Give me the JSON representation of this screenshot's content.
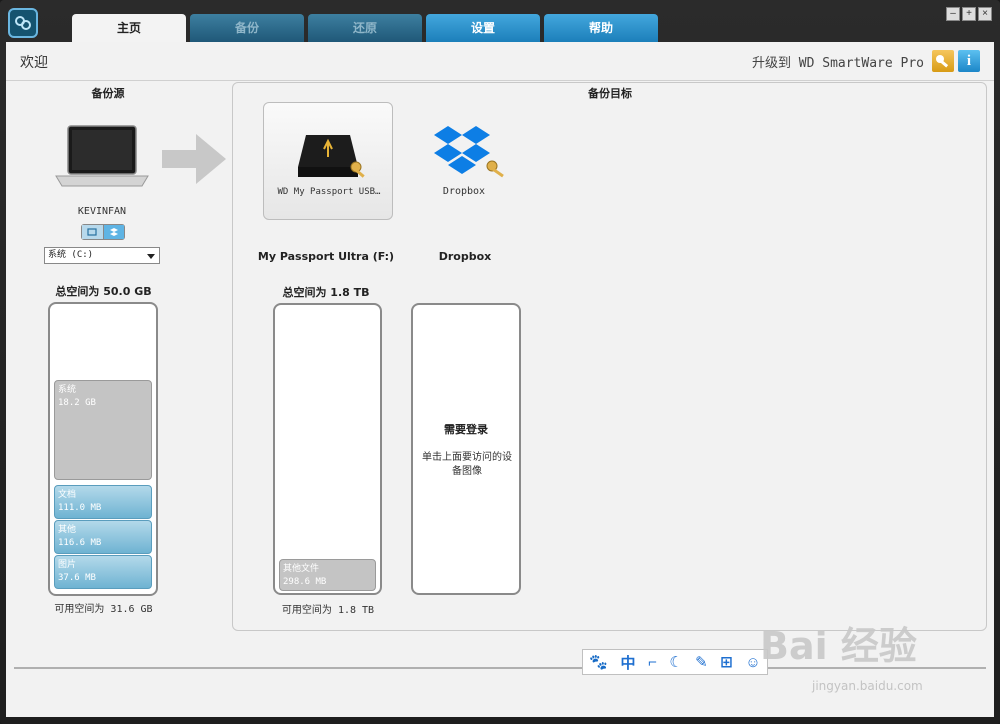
{
  "tabs": [
    {
      "label": "主页",
      "state": "active"
    },
    {
      "label": "备份",
      "state": "disabled"
    },
    {
      "label": "还原",
      "state": "disabled"
    },
    {
      "label": "设置",
      "state": "enabled"
    },
    {
      "label": "帮助",
      "state": "enabled"
    }
  ],
  "header": {
    "welcome": "欢迎",
    "upgrade": "升级到 WD SmartWare Pro"
  },
  "source": {
    "title": "备份源",
    "computer_name": "KEVINFAN",
    "drive_select": "系统 (C:)",
    "total_space": "总空间为 50.0 GB",
    "free_space": "可用空间为 31.6 GB",
    "segments": [
      {
        "name": "系统",
        "size": "18.2 GB"
      },
      {
        "name": "文档",
        "size": "111.0 MB"
      },
      {
        "name": "其他",
        "size": "116.6 MB"
      },
      {
        "name": "图片",
        "size": "37.6 MB"
      }
    ]
  },
  "target": {
    "title": "备份目标",
    "devices": [
      {
        "label": "WD My Passport USB…",
        "name": "My Passport Ultra (F:)"
      },
      {
        "label": "Dropbox",
        "name": "Dropbox"
      }
    ],
    "passport": {
      "total_space": "总空间为 1.8 TB",
      "free_space": "可用空间为 1.8 TB",
      "segment": {
        "name": "其他文件",
        "size": "298.6 MB"
      }
    },
    "dropbox": {
      "login_title": "需要登录",
      "login_hint": "单击上面要访问的设备图像"
    }
  },
  "ime": [
    "🐾",
    "中",
    "⌐",
    "☾",
    "✎",
    "⊞",
    "☺"
  ],
  "watermark": {
    "text": "Bai 经验",
    "url": "jingyan.baidu.com"
  },
  "colors": {
    "accent_blue": "#1c7fba",
    "dropbox_blue": "#0d7ee5",
    "key_gold": "#d89b15"
  }
}
